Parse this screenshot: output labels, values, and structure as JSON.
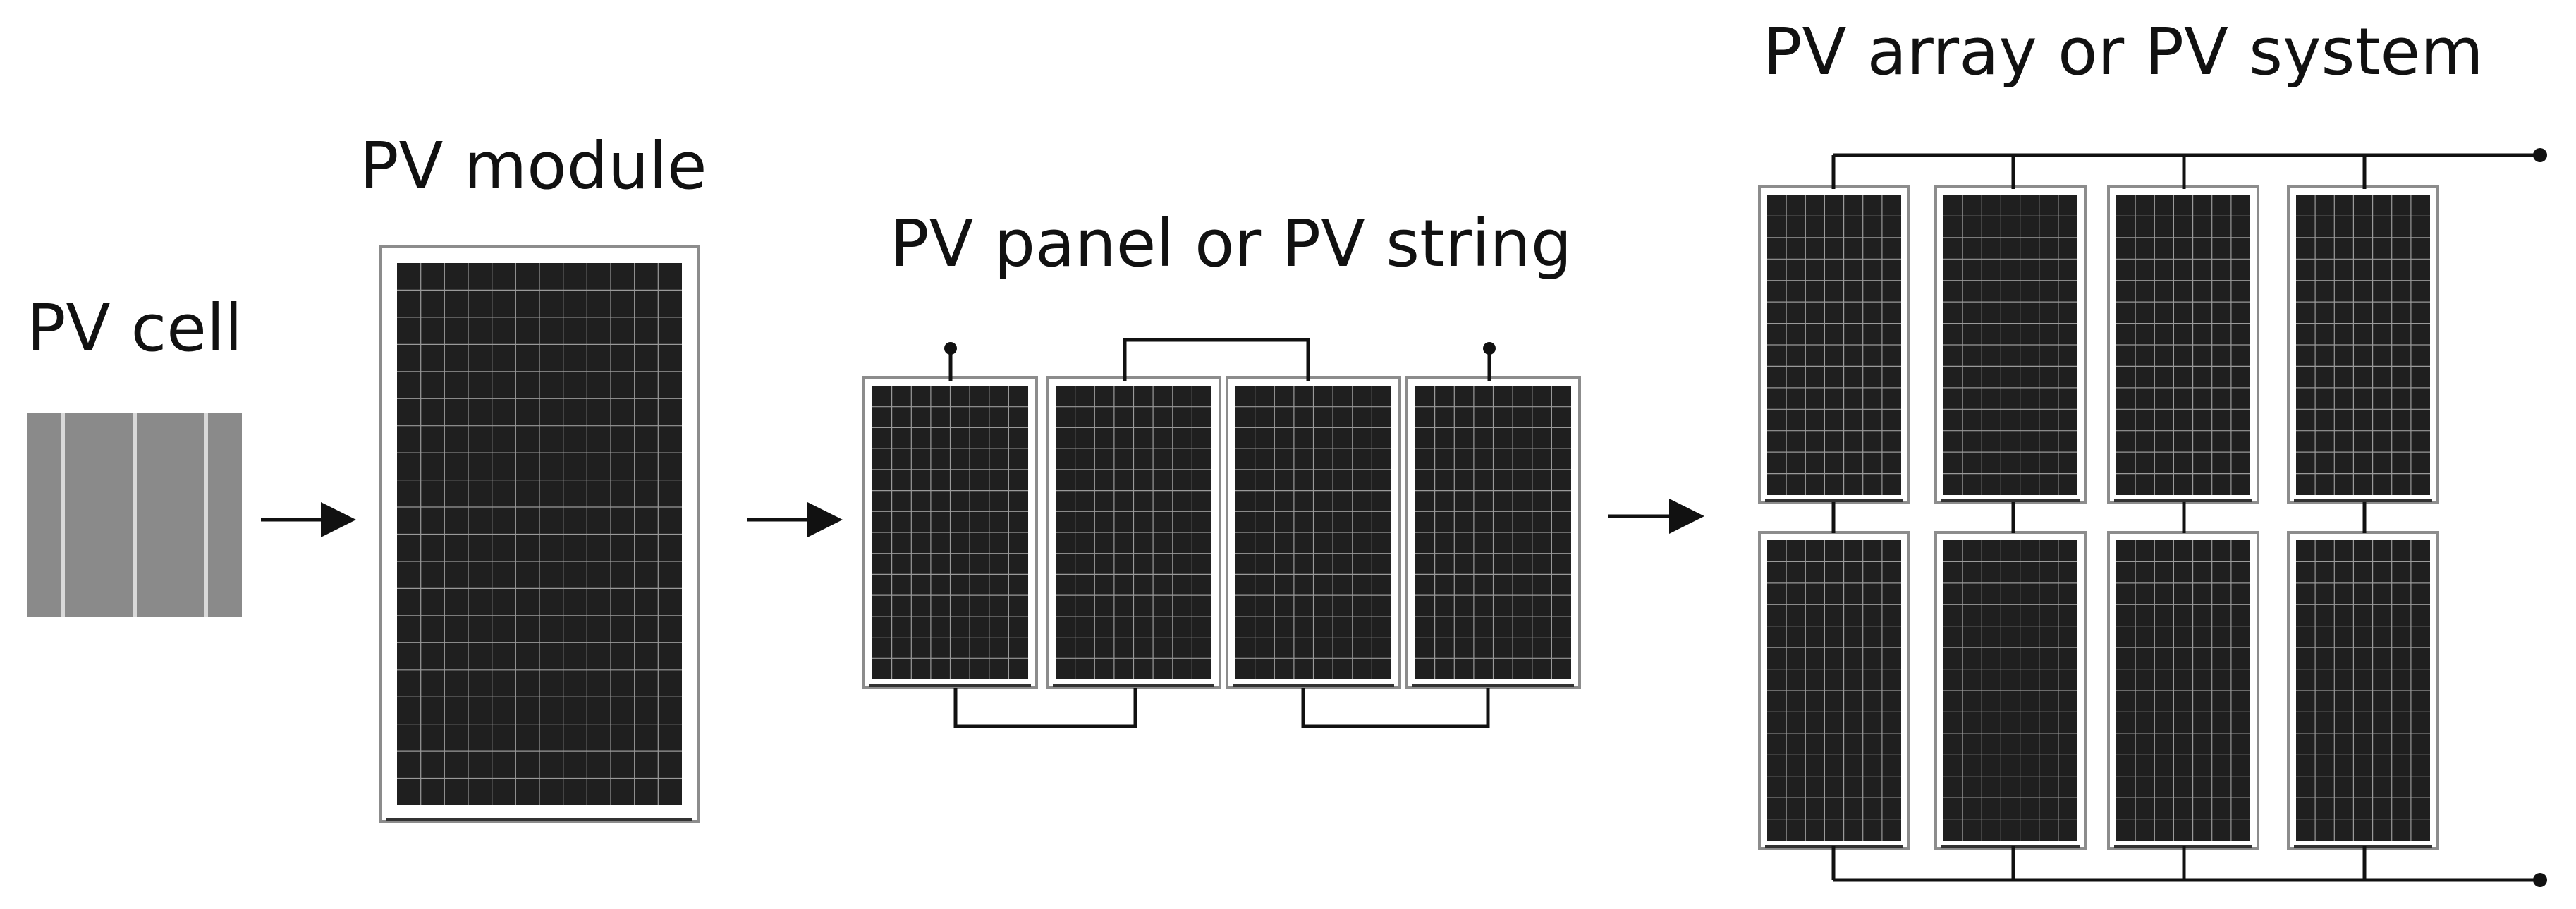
{
  "stages": {
    "cell": {
      "title": "PV cell"
    },
    "module": {
      "title": "PV module"
    },
    "string": {
      "title": "PV panel or PV string"
    },
    "array": {
      "title": "PV array or PV system"
    }
  },
  "colors": {
    "panel_fill": "#1f1f1f",
    "panel_grid": "#9a9a9a",
    "frame": "#8c8c8c",
    "wire": "#111111",
    "cell_fill": "#8a8a8a",
    "busbar": "#d9d9d9"
  },
  "layout_counts": {
    "string_panels": 4,
    "array_rows": 2,
    "array_cols": 4
  }
}
